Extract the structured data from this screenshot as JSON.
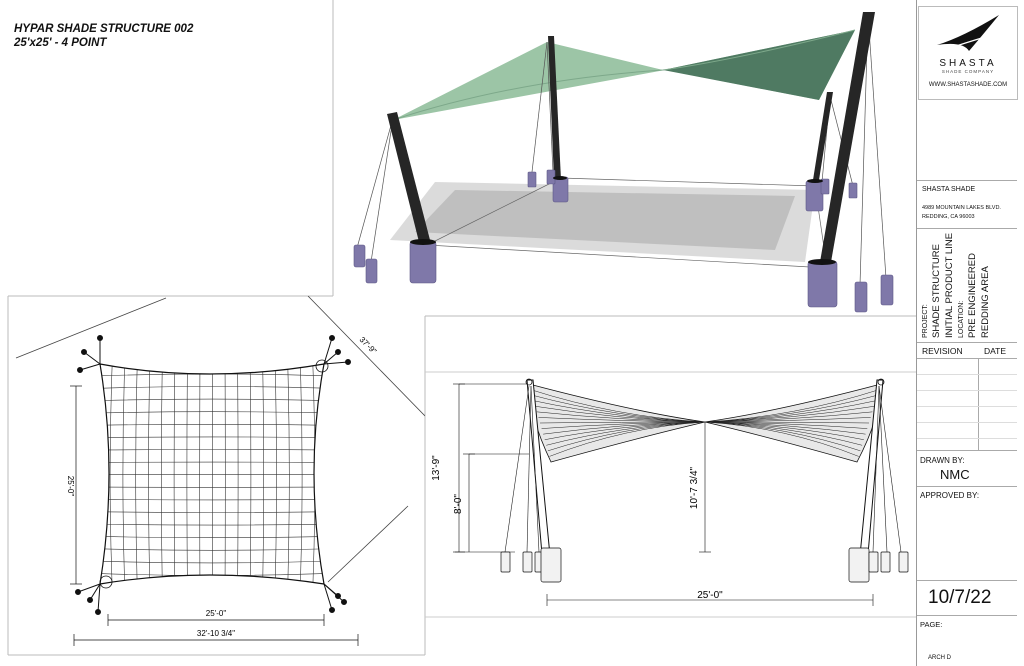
{
  "title": {
    "line1": "HYPAR SHADE STRUCTURE 002",
    "line2": "25'x25' - 4 POINT"
  },
  "plan_view": {
    "diagonal_dim": "37'-9\"",
    "side_dim": "25'-0\"",
    "inner_width_dim": "25'-0\"",
    "outer_width_dim": "32'-10 3/4\""
  },
  "elevation_view": {
    "overall_height": "13'-9\"",
    "low_height": "8'-0\"",
    "center_height": "10'-7 3/4\"",
    "span": "25'-0\""
  },
  "title_block": {
    "brand": "SHASTA",
    "brand_sub": "SHADE COMPANY",
    "website": "WWW.SHASTASHADE.COM",
    "company": "SHASTA SHADE",
    "address1": "4989 MOUNTAIN LAKES BLVD.",
    "address2": "REDDING, CA 96003",
    "project_label": "PROJECT:",
    "project_line1": "SHADE STRUCTURE",
    "project_line2": "INITIAL PRODUCT LINE",
    "location_label": "LOCATION:",
    "location_line1": "PRE ENGINEERED",
    "location_line2": "REDDING AREA",
    "revision_label": "REVISION",
    "date_label": "DATE",
    "drawn_by_label": "DRAWN BY:",
    "drawn_by": "NMC",
    "approved_by_label": "APPROVED BY:",
    "date": "10/7/22",
    "page_label": "PAGE:",
    "sheet_size": "ARCH D"
  },
  "colors": {
    "sail_light": "#9cc5a6",
    "sail_dark": "#4f7a62",
    "post": "#262626",
    "ballast": "#7f78a9",
    "shadow": "#a8a8a8"
  }
}
